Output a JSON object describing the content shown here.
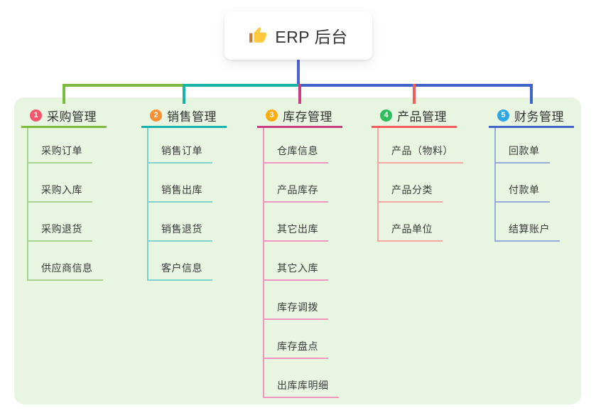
{
  "root": {
    "label": "ERP 后台",
    "icon": "thumbs-up-icon"
  },
  "branches": [
    {
      "index": "1",
      "title": "采购管理",
      "badge_color": "#F5566E",
      "line_color": "#7CBB40",
      "child_line_color": "#A9D38E",
      "children": [
        "采购订单",
        "采购入库",
        "采购退货",
        "供应商信息"
      ]
    },
    {
      "index": "2",
      "title": "销售管理",
      "badge_color": "#F88F34",
      "line_color": "#16B3AB",
      "child_line_color": "#7DD3CD",
      "children": [
        "销售订单",
        "销售出库",
        "销售退货",
        "客户信息"
      ]
    },
    {
      "index": "3",
      "title": "库存管理",
      "badge_color": "#FEAD11",
      "line_color": "#C84084",
      "child_line_color": "#F095C0",
      "children": [
        "仓库信息",
        "产品库存",
        "其它出库",
        "其它入库",
        "库存调拨",
        "库存盘点",
        "出库库明细"
      ]
    },
    {
      "index": "4",
      "title": "产品管理",
      "badge_color": "#2EBE60",
      "line_color": "#F45B5C",
      "child_line_color": "#F8A6A5",
      "children": [
        "产品（物料）",
        "产品分类",
        "产品单位"
      ]
    },
    {
      "index": "5",
      "title": "财务管理",
      "badge_color": "#2EA7E9",
      "line_color": "#3E64C8",
      "child_line_color": "#95AADD",
      "children": [
        "回款单",
        "付款单",
        "结算账户"
      ]
    }
  ],
  "colors": {
    "canvas_bg": "#ffffff",
    "panel_bg": "#E8F5E1",
    "root_connector": "#4C61D6",
    "title_text": "#333333",
    "child_text": "#3b3b3b"
  }
}
